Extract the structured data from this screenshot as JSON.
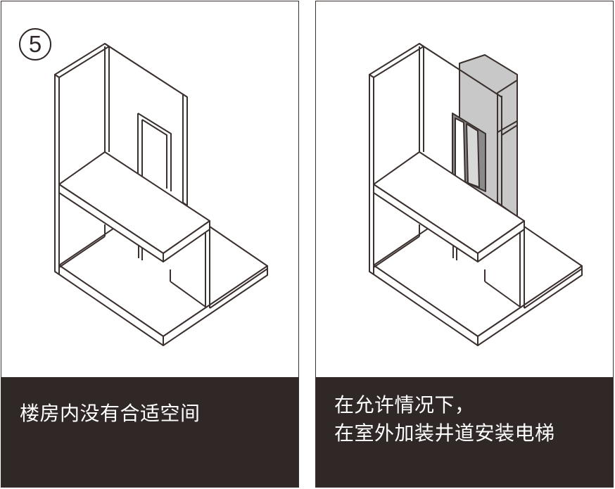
{
  "step_number": "5",
  "panels": [
    {
      "caption_lines": [
        "楼房内没有合适空间"
      ]
    },
    {
      "caption_lines": [
        "在允许情况下，",
        "在室外加装井道安装电梯"
      ]
    }
  ],
  "colors": {
    "line": "#3a302e",
    "caption_bg": "#302826",
    "caption_text": "#ffffff",
    "shaft_fill": "#c8c8c8"
  }
}
